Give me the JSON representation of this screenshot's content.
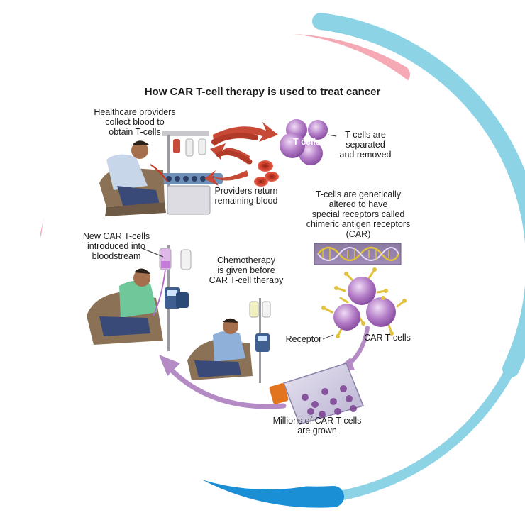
{
  "title": "How CAR T-cell therapy is used to treat cancer",
  "labels": {
    "collect": [
      "Healthcare providers",
      "collect blood to",
      "obtain T-cells"
    ],
    "separated": [
      "T-cells are",
      "separated",
      "and removed"
    ],
    "tcells": "T cells",
    "return": [
      "Providers return",
      "remaining blood"
    ],
    "altered": [
      "T-cells are genetically",
      "altered to have",
      "special receptors called",
      "chimeric antigen receptors",
      "(CAR)"
    ],
    "new_car": [
      "New CAR T-cells",
      "introduced into",
      "bloodstream"
    ],
    "chemo": [
      "Chemotherapy",
      "is given before",
      "CAR T-cell therapy"
    ],
    "receptor": "Receptor",
    "car_tcells": "CAR T-cells",
    "millions": [
      "Millions of CAR T-cells",
      "are grown"
    ]
  },
  "colors": {
    "ring_pink": "#f4a9b4",
    "ring_light_blue": "#8dd3e6",
    "ring_blue": "#1a8fd6",
    "cell_purple": "#b27bc6",
    "blood_red": "#d2432f",
    "arrow_red": "#c84a36",
    "arrow_purple": "#b48bc4",
    "car_yellow": "#e2c23c"
  },
  "icons": [
    "person-in-chair-icon",
    "apheresis-machine-icon",
    "iv-bag-icon",
    "infusion-pump-icon",
    "dna-strand-icon",
    "culture-flask-icon",
    "red-blood-cell-icon",
    "t-cell-icon",
    "car-t-cell-icon"
  ]
}
